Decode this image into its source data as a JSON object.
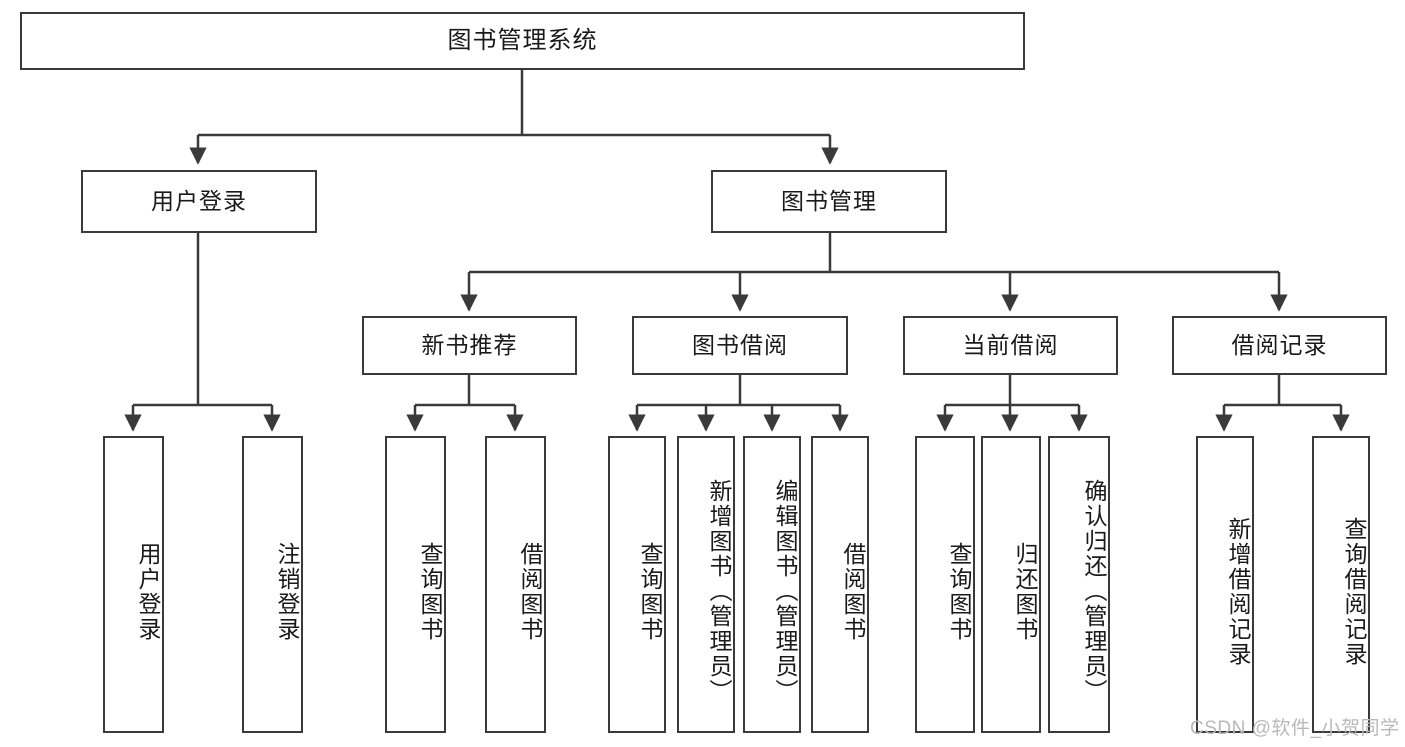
{
  "diagram": {
    "title": "图书管理系统",
    "type": "hierarchy-tree",
    "stroke_color": "#3a3a3a",
    "text_color": "#1a1a1a",
    "background": "#ffffff",
    "nodes": {
      "root": {
        "label": "图书管理系统"
      },
      "level2": [
        {
          "id": "user-login",
          "label": "用户登录"
        },
        {
          "id": "book-management",
          "label": "图书管理"
        }
      ],
      "level3": [
        {
          "id": "new-book-recommend",
          "label": "新书推荐"
        },
        {
          "id": "book-borrow",
          "label": "图书借阅"
        },
        {
          "id": "current-borrow",
          "label": "当前借阅"
        },
        {
          "id": "borrow-record",
          "label": "借阅记录"
        }
      ],
      "leaves": {
        "user_login": [
          {
            "id": "leaf-user-login",
            "label": "用户登录"
          },
          {
            "id": "leaf-logout-login",
            "label": "注销登录"
          }
        ],
        "new_book_recommend": [
          {
            "id": "leaf-query-book-1",
            "label": "查询图书"
          },
          {
            "id": "leaf-borrow-book-1",
            "label": "借阅图书"
          }
        ],
        "book_borrow": [
          {
            "id": "leaf-query-book-2",
            "label": "查询图书"
          },
          {
            "id": "leaf-add-book",
            "label": "新增图书（管理员）"
          },
          {
            "id": "leaf-edit-book",
            "label": "编辑图书（管理员）"
          },
          {
            "id": "leaf-borrow-book-2",
            "label": "借阅图书"
          }
        ],
        "current_borrow": [
          {
            "id": "leaf-query-book-3",
            "label": "查询图书"
          },
          {
            "id": "leaf-return-book",
            "label": "归还图书"
          },
          {
            "id": "leaf-confirm-return",
            "label": "确认归还（管理员）"
          }
        ],
        "borrow_record": [
          {
            "id": "leaf-add-record",
            "label": "新增借阅记录"
          },
          {
            "id": "leaf-query-record",
            "label": "查询借阅记录"
          }
        ]
      }
    }
  },
  "watermark": {
    "text": "CSDN @软件_小贺同学",
    "color": "#b9b9b9"
  }
}
